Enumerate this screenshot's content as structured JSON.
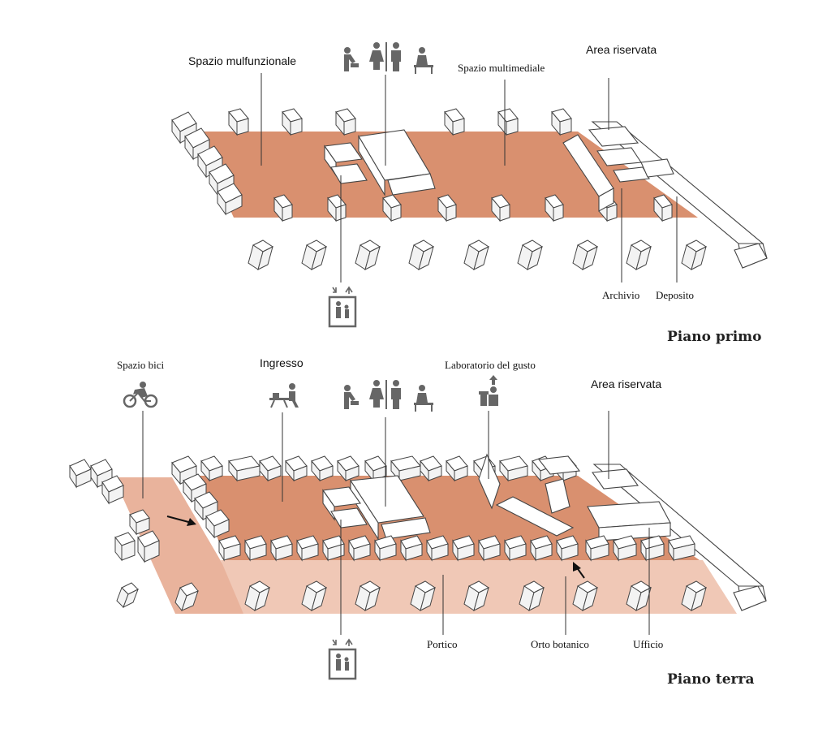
{
  "colors": {
    "floor_main": "#d9906f",
    "portico": "#f0c8b6",
    "bike_area": "#e9b39c",
    "pillar_stroke": "#444444",
    "icon_grey": "#666666"
  },
  "upper_floor": {
    "title": "Piano primo",
    "labels": {
      "multifunctional": "Spazio mulfunzionale",
      "multimedia": "Spazio multimediale",
      "reserved": "Area riservata",
      "archive": "Archivio",
      "storage": "Deposito"
    },
    "icons": [
      "baby-changing-icon",
      "women-toilet-icon",
      "men-toilet-icon",
      "accessible-toilet-icon",
      "elevator-icon"
    ]
  },
  "ground_floor": {
    "title": "Piano terra",
    "labels": {
      "bike": "Spazio bici",
      "entrance": "Ingresso",
      "taste_lab": "Laboratorio del gusto",
      "reserved": "Area riservata",
      "portico": "Portico",
      "garden": "Orto botanico",
      "office": "Ufficio"
    },
    "icons": [
      "bicycle-icon",
      "reception-desk-icon",
      "baby-changing-icon",
      "women-toilet-icon",
      "men-toilet-icon",
      "accessible-toilet-icon",
      "kitchen-icon",
      "elevator-icon",
      "entrance-arrow-icon"
    ]
  }
}
